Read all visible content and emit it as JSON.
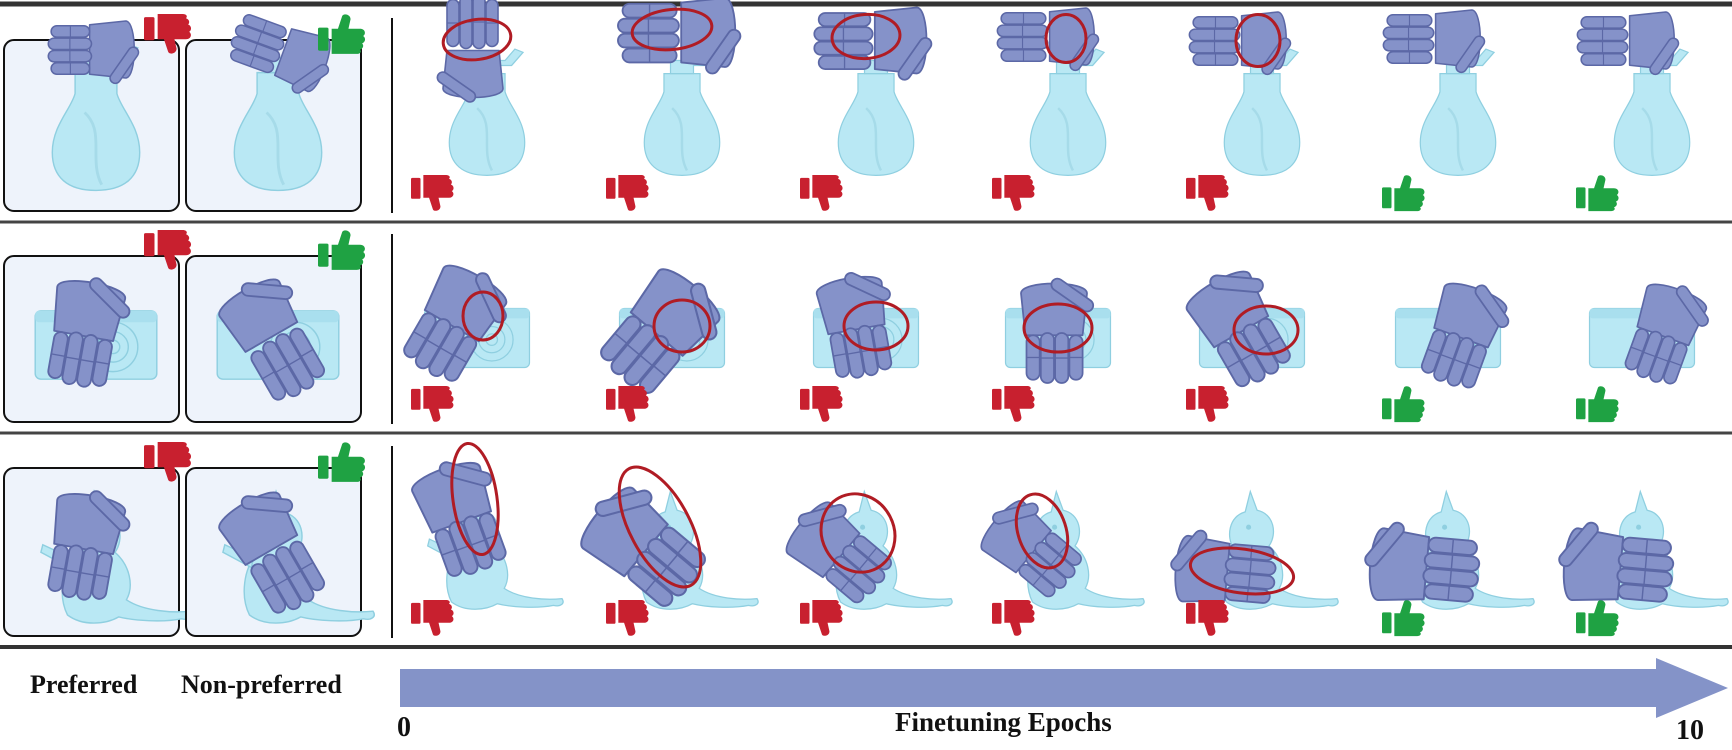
{
  "figure": {
    "preferred_label": "Preferred",
    "nonpreferred_label": "Non-preferred",
    "axis_start": "0",
    "axis_end": "10",
    "axis_title": "Finetuning Epochs"
  },
  "colors": {
    "hand": "#8592c9",
    "hand_dark": "#5c68a6",
    "object": "#b9e8f4",
    "object_dark": "#8fcfe0",
    "panel_bg": "#eef3fb",
    "thumb_bad": "#c8202f",
    "thumb_good": "#1fa243",
    "circle": "#b01c24",
    "arrow": "#8493c8",
    "rule": "#333333"
  },
  "rows": [
    {
      "object": "spray-bottle",
      "reference": [
        "bad",
        "good"
      ],
      "epochs": [
        "bad",
        "bad",
        "bad",
        "bad",
        "bad",
        "good",
        "good"
      ],
      "circled": [
        true,
        true,
        true,
        true,
        true,
        false,
        false
      ]
    },
    {
      "object": "camera",
      "reference": [
        "bad",
        "good"
      ],
      "epochs": [
        "bad",
        "bad",
        "bad",
        "bad",
        "bad",
        "good",
        "good"
      ],
      "circled": [
        true,
        true,
        true,
        true,
        true,
        false,
        false
      ]
    },
    {
      "object": "toy-creature",
      "reference": [
        "bad",
        "good"
      ],
      "epochs": [
        "bad",
        "bad",
        "bad",
        "bad",
        "bad",
        "good",
        "good"
      ],
      "circled": [
        true,
        true,
        true,
        true,
        true,
        false,
        false
      ]
    }
  ]
}
